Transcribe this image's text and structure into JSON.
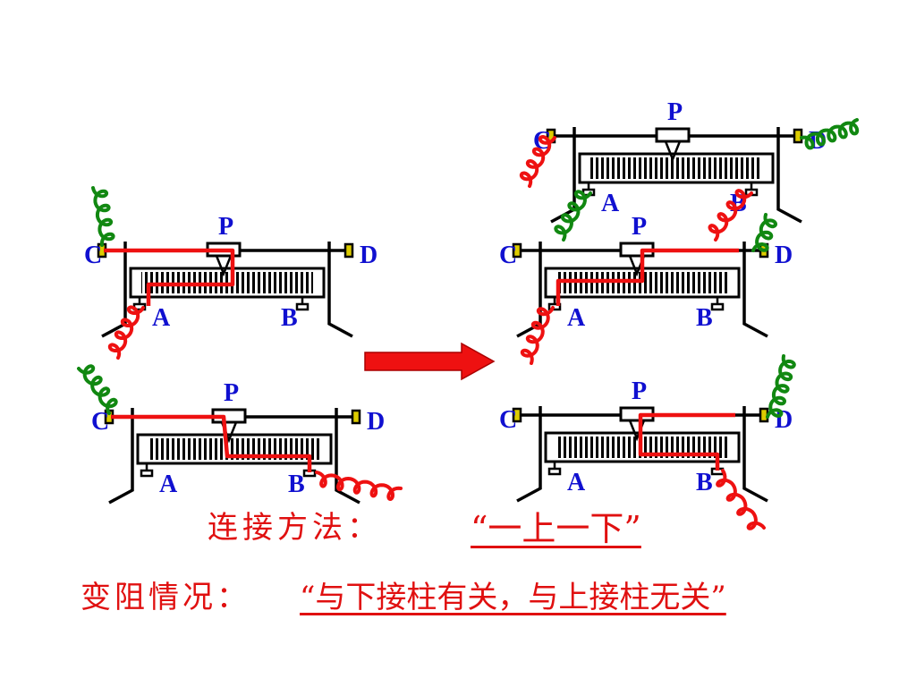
{
  "diagrams": [
    {
      "id": "left-top",
      "labels": {
        "P": "P",
        "C": "C",
        "D": "D",
        "A": "A",
        "B": "B"
      }
    },
    {
      "id": "left-bottom",
      "labels": {
        "P": "P",
        "C": "C",
        "D": "D",
        "A": "A",
        "B": "B"
      }
    },
    {
      "id": "right-top",
      "labels": {
        "P": "P",
        "C": "C",
        "D": "D",
        "A": "A",
        "B": "B"
      }
    },
    {
      "id": "right-middle",
      "labels": {
        "P": "P",
        "C": "C",
        "D": "D",
        "A": "A",
        "B": "B"
      }
    },
    {
      "id": "right-bottom",
      "labels": {
        "P": "P",
        "C": "C",
        "D": "D",
        "A": "A",
        "B": "B"
      }
    }
  ],
  "captions": {
    "connection_label": "连接方法：",
    "connection_value": "“一上一下”",
    "resistance_label": "变阻情况：",
    "resistance_value": "“与下接柱有关，与上接柱无关”"
  },
  "colors": {
    "wire_red": "#ee1111",
    "wire_green": "#118811",
    "label_blue": "#1010d0",
    "arrow_red": "#ee1111"
  }
}
